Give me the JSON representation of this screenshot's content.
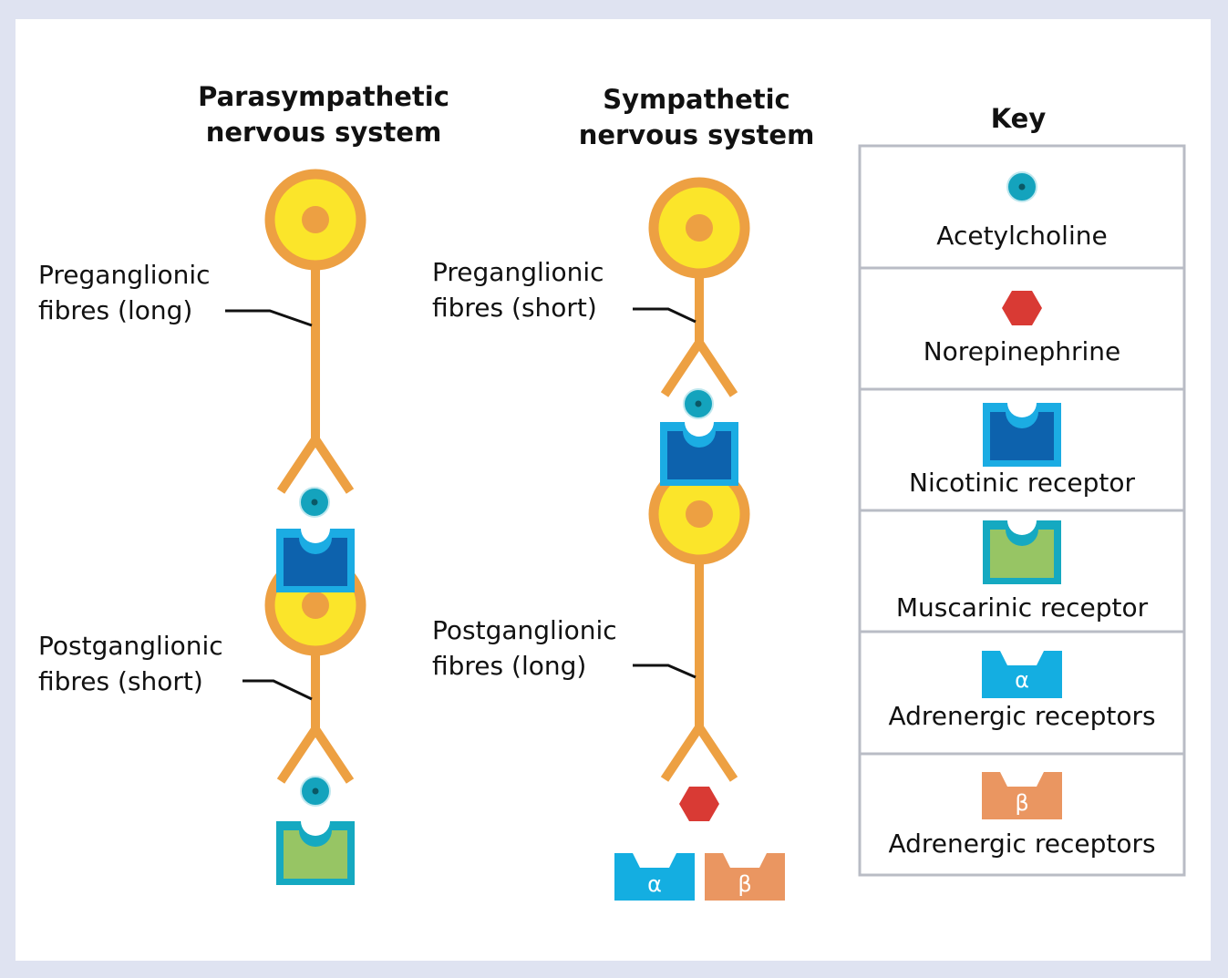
{
  "parasympathetic": {
    "title_line1": "Parasympathetic",
    "title_line2": "nervous system",
    "pre_label_line1": "Preganglionic",
    "pre_label_line2": "fibres (long)",
    "post_label_line1": "Postganglionic",
    "post_label_line2": "fibres (short)"
  },
  "sympathetic": {
    "title_line1": "Sympathetic",
    "title_line2": "nervous system",
    "pre_label_line1": "Preganglionic",
    "pre_label_line2": "fibres (short)",
    "post_label_line1": "Postganglionic",
    "post_label_line2": "fibres (long)",
    "alpha_glyph": "α",
    "beta_glyph": "β"
  },
  "key": {
    "title": "Key",
    "items": [
      {
        "icon": "acetylcholine-icon",
        "label": "Acetylcholine"
      },
      {
        "icon": "norepinephrine-icon",
        "label": "Norepinephrine"
      },
      {
        "icon": "nicotinic-receptor-icon",
        "label": "Nicotinic receptor"
      },
      {
        "icon": "muscarinic-receptor-icon",
        "label": "Muscarinic receptor"
      },
      {
        "icon": "alpha-adrenergic-receptor-icon",
        "label": "Adrenergic receptors",
        "glyph": "α"
      },
      {
        "icon": "beta-adrenergic-receptor-icon",
        "label": "Adrenergic receptors",
        "glyph": "β"
      }
    ]
  },
  "colors": {
    "background": "#dfe3f1",
    "neuron_outline": "#eda042",
    "neuron_body": "#fbe52a",
    "acetylcholine": "#14a3bd",
    "norepinephrine": "#d93a34",
    "nicotinic_outer": "#1bace3",
    "nicotinic_inner": "#0d62ad",
    "muscarinic_outer": "#15a9c1",
    "muscarinic_inner": "#97c564",
    "alpha_receptor": "#14aee1",
    "beta_receptor": "#ea9661",
    "key_border": "#b9bcc5"
  }
}
